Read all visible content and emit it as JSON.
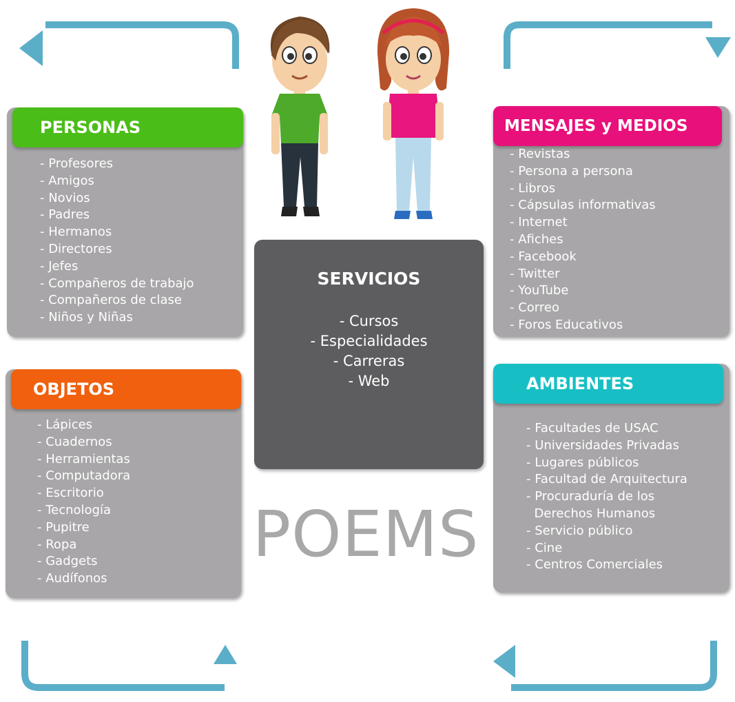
{
  "title": "POEMS",
  "colors": {
    "personas": "#4bbd18",
    "mensajes": "#e8107a",
    "objetos": "#f0600e",
    "ambientes": "#17bfc4",
    "card": "#a8a6a8",
    "servicios": "#5d5c5e",
    "arrow": "#5aaec8"
  },
  "personas": {
    "title": "PERSONAS",
    "items": [
      "- Profesores",
      "- Amigos",
      "- Novios",
      "- Padres",
      "- Hermanos",
      "- Directores",
      "- Jefes",
      "- Compañeros de trabajo",
      "- Compañeros de clase",
      "- Niños y Niñas"
    ]
  },
  "mensajes": {
    "title": "MENSAJES y MEDIOS",
    "items": [
      "- Revistas",
      "- Persona a persona",
      "- Libros",
      "- Cápsulas informativas",
      "- Internet",
      "- Afiches",
      "- Facebook",
      "- Twitter",
      "- YouTube",
      "- Correo",
      "- Foros Educativos"
    ]
  },
  "objetos": {
    "title": "OBJETOS",
    "items": [
      "- Lápices",
      "- Cuadernos",
      "- Herramientas",
      "- Computadora",
      "- Escritorio",
      "- Tecnología",
      "- Pupitre",
      "- Ropa",
      "- Gadgets",
      "- Audífonos"
    ]
  },
  "ambientes": {
    "title": "AMBIENTES",
    "items": [
      "- Facultades de USAC",
      "- Universidades Privadas",
      "- Lugares públicos",
      "- Facultad de Arquitectura",
      "- Procuraduría de los",
      "  Derechos Humanos",
      "- Servicio público",
      "- Cine",
      "- Centros Comerciales"
    ]
  },
  "servicios": {
    "title": "SERVICIOS",
    "items": [
      "- Cursos",
      "- Especialidades",
      "- Carreras",
      "- Web"
    ]
  },
  "icons": [
    "boy-illustration",
    "girl-illustration",
    "cycle-arrow-icon"
  ]
}
